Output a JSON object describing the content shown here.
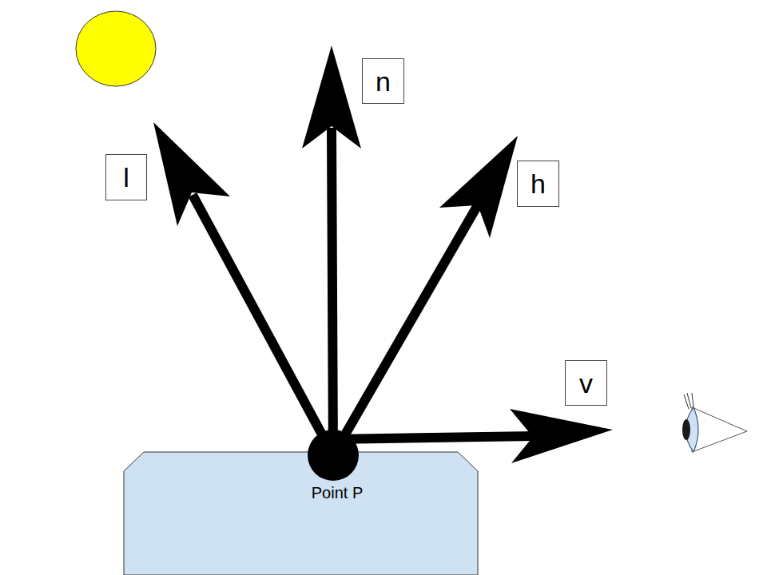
{
  "diagram": {
    "nodes": [
      {
        "text": [
          "n"
        ]
      },
      {
        "text": [
          "l"
        ]
      },
      {
        "text": [
          "h"
        ]
      },
      {
        "text": [
          "v"
        ]
      }
    ],
    "labels": [
      "Point P"
    ]
  }
}
